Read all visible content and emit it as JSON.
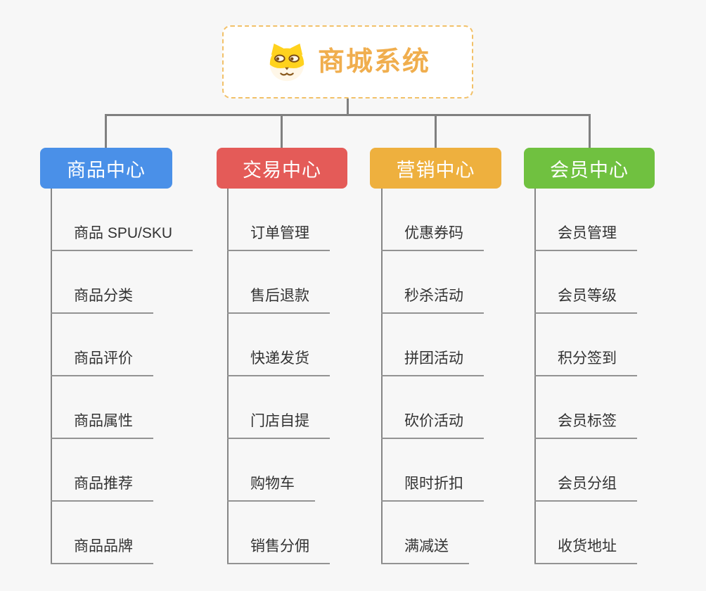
{
  "root": {
    "title": "商城系统",
    "title_color": "#F0AE4E",
    "icon": "shiba-dog-icon",
    "border_color": "#F2C169"
  },
  "connector_color": "#808080",
  "branches": [
    {
      "label": "商品中心",
      "color": "#4A90E8",
      "items": [
        "商品 SPU/SKU",
        "商品分类",
        "商品评价",
        "商品属性",
        "商品推荐",
        "商品品牌"
      ]
    },
    {
      "label": "交易中心",
      "color": "#E45B58",
      "items": [
        "订单管理",
        "售后退款",
        "快递发货",
        "门店自提",
        "购物车",
        "销售分佣"
      ]
    },
    {
      "label": "营销中心",
      "color": "#EEB03E",
      "items": [
        "优惠券码",
        "秒杀活动",
        "拼团活动",
        "砍价活动",
        "限时折扣",
        "满减送"
      ]
    },
    {
      "label": "会员中心",
      "color": "#70C140",
      "items": [
        "会员管理",
        "会员等级",
        "积分签到",
        "会员标签",
        "会员分组",
        "收货地址"
      ]
    }
  ]
}
